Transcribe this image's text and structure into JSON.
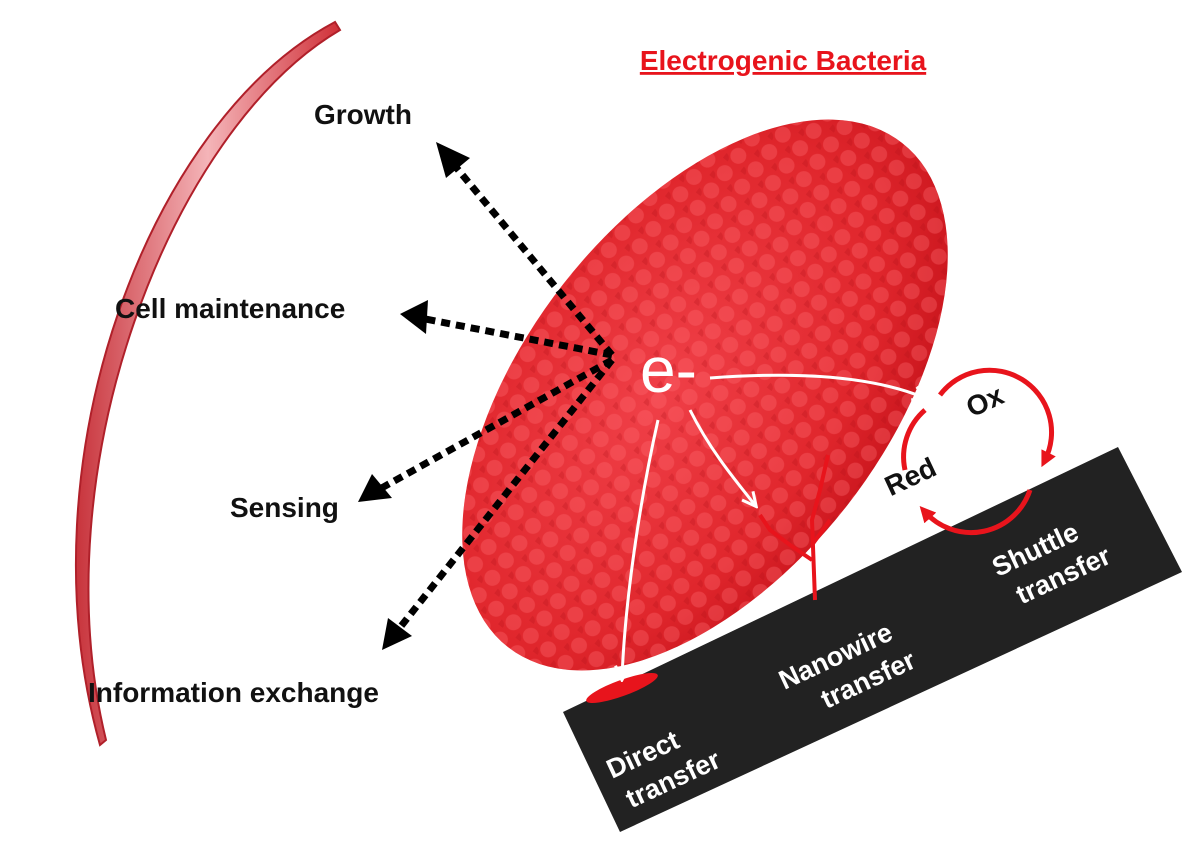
{
  "title": "Electrogenic Bacteria",
  "electron_label": "e-",
  "fates": [
    {
      "label": "Growth"
    },
    {
      "label": "Cell maintenance"
    },
    {
      "label": "Sensing"
    },
    {
      "label": "Information exchange"
    }
  ],
  "transfer": {
    "direct": [
      "Direct",
      "transfer"
    ],
    "nanowire": [
      "Nanowire",
      "transfer"
    ],
    "shuttle": [
      "Shuttle",
      "transfer"
    ]
  },
  "redox": {
    "red": "Red",
    "ox": "Ox"
  },
  "colors": {
    "accent": "#e8141c",
    "bacteria": "#e0262c",
    "electrode": "#222222"
  }
}
